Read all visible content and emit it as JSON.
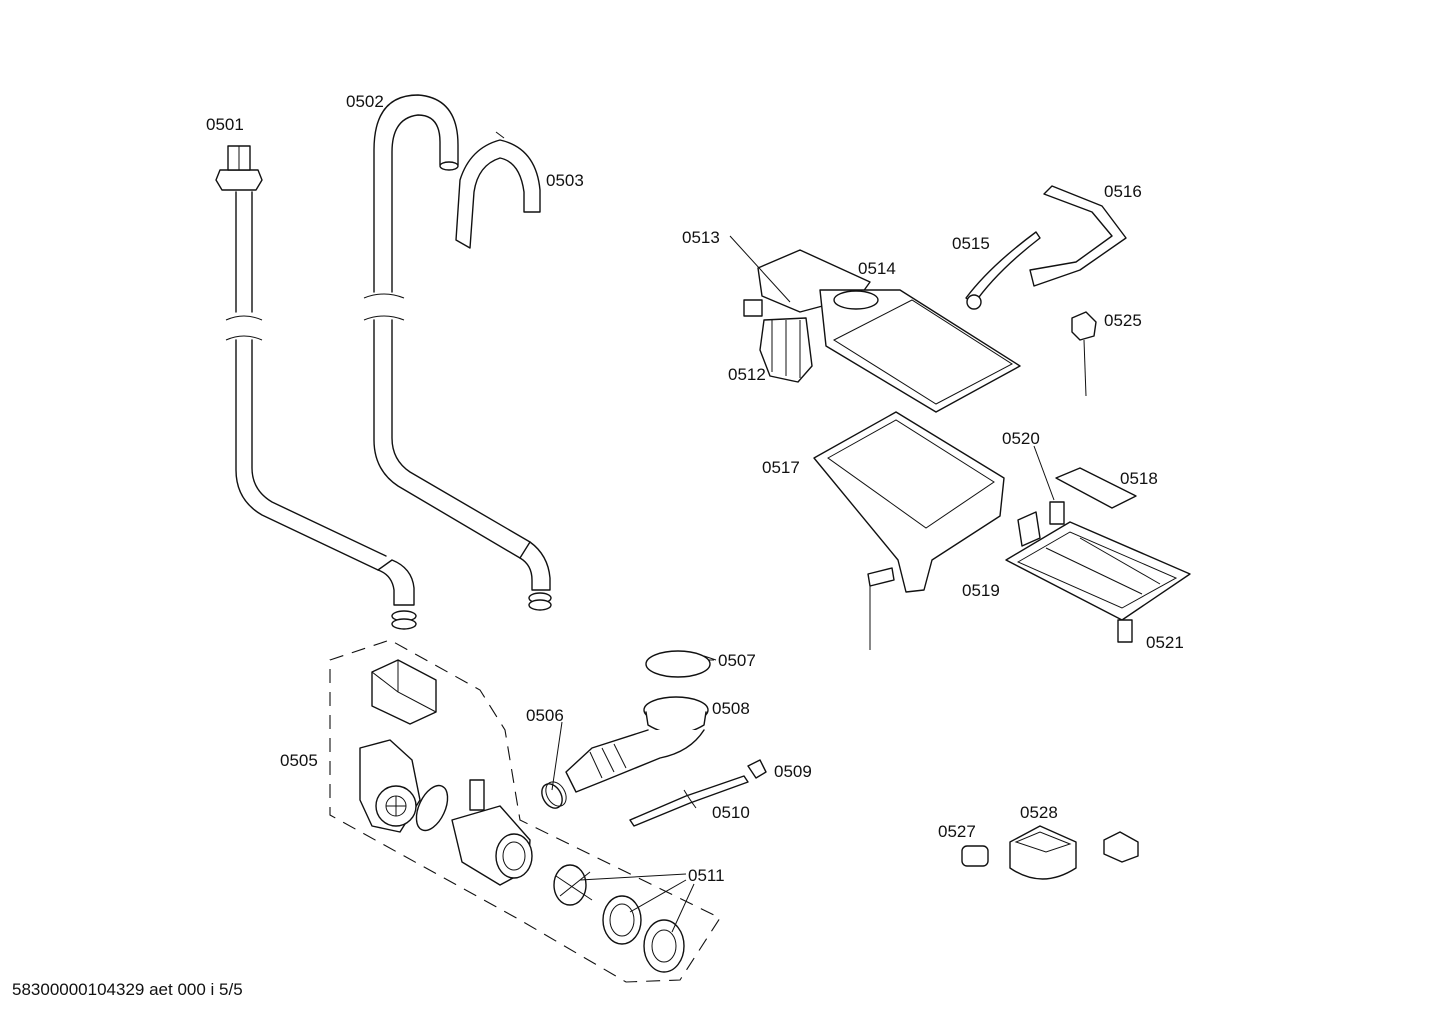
{
  "labels": {
    "p0501": "0501",
    "p0502": "0502",
    "p0503": "0503",
    "p0505": "0505",
    "p0506": "0506",
    "p0507": "0507",
    "p0508": "0508",
    "p0509": "0509",
    "p0510": "0510",
    "p0511": "0511",
    "p0512": "0512",
    "p0513": "0513",
    "p0514": "0514",
    "p0515": "0515",
    "p0516": "0516",
    "p0517": "0517",
    "p0518": "0518",
    "p0519": "0519",
    "p0520": "0520",
    "p0521": "0521",
    "p0525": "0525",
    "p0527": "0527",
    "p0528": "0528"
  },
  "footer": "58300000104329 aet 000 i 5/5"
}
